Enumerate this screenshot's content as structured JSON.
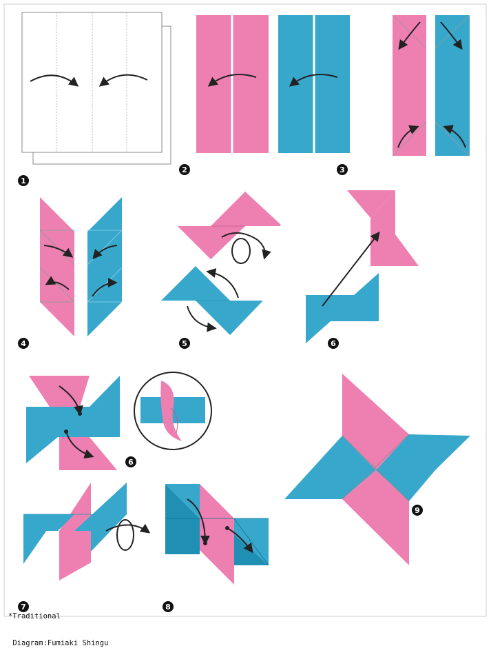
{
  "colors": {
    "pink": "#ee7fb1",
    "blue": "#37a8cc",
    "blue_dark": "#1f90b4",
    "line": "#222222",
    "fold_guide": "#bbbbbb"
  },
  "steps": [
    {
      "number": "1",
      "icon": "step-badge"
    },
    {
      "number": "2",
      "icon": "step-badge"
    },
    {
      "number": "3",
      "icon": "step-badge"
    },
    {
      "number": "4",
      "icon": "step-badge"
    },
    {
      "number": "5",
      "icon": "step-badge"
    },
    {
      "number": "6",
      "icon": "step-badge"
    },
    {
      "number": "6",
      "icon": "step-badge"
    },
    {
      "number": "7",
      "icon": "step-badge"
    },
    {
      "number": "8",
      "icon": "step-badge"
    },
    {
      "number": "9",
      "icon": "step-badge"
    }
  ],
  "credit": {
    "line1": "*Traditional",
    "line2": " Diagram:Fumiaki Shingu"
  }
}
